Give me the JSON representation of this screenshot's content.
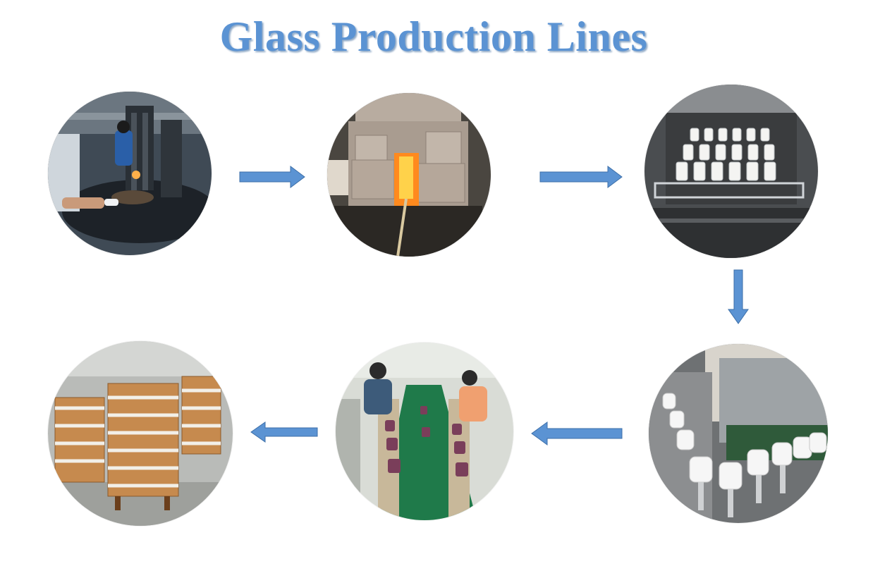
{
  "title": "Glass Production Lines",
  "colors": {
    "title": "#5b93d3",
    "arrow_fill": "#5b93d3",
    "arrow_stroke": "#3d6fa8",
    "background": "#ffffff"
  },
  "steps": [
    {
      "name": "glass-pressing-photo",
      "icon": "worker-at-press-machine"
    },
    {
      "name": "furnace-heating-photo",
      "icon": "glowing-furnace"
    },
    {
      "name": "annealing-oven-photo",
      "icon": "rack-of-white-jars"
    },
    {
      "name": "spray-coating-photo",
      "icon": "white-jars-on-spindles"
    },
    {
      "name": "inspection-line-photo",
      "icon": "workers-at-conveyor"
    },
    {
      "name": "packing-pallets-photo",
      "icon": "stacked-wooden-pallets"
    }
  ],
  "arrows": [
    {
      "name": "arrow-right-1",
      "direction": "right"
    },
    {
      "name": "arrow-right-2",
      "direction": "right"
    },
    {
      "name": "arrow-down",
      "direction": "down"
    },
    {
      "name": "arrow-left-1",
      "direction": "left"
    },
    {
      "name": "arrow-left-2",
      "direction": "left"
    }
  ]
}
